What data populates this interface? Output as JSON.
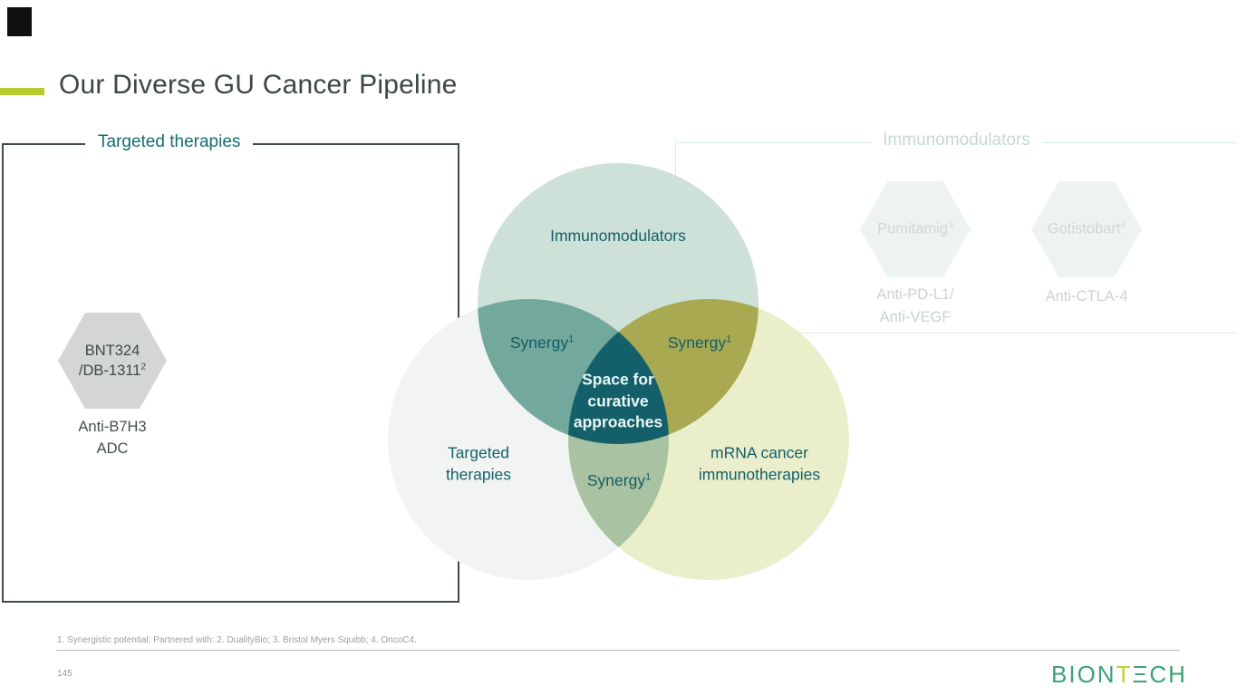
{
  "slide": {
    "title": "Our Diverse GU Cancer Pipeline",
    "page_number": "145",
    "footnote": "1. Synergistic potential; Partnered with: 2. DualityBio; 3. Bristol Myers Squibb; 4. OncoC4.",
    "brand": {
      "name": "BioNTech",
      "logo_pre": "BION",
      "logo_t": "T",
      "logo_post": "ΞCH"
    },
    "colors": {
      "accent_lime": "#b5cc2e",
      "title_text": "#3c4845",
      "teal_text": "#136b70",
      "dark_border": "#3e4c4b",
      "faded_border": "#dceae3",
      "faded_text": "#c6dad1",
      "venn_top_fill": "#cde1d8",
      "venn_left_fill": "#f1f4f2",
      "venn_right_fill": "#ebeecb",
      "lens_top_left": "#73a89c",
      "lens_top_right": "#a9a952",
      "lens_bottom": "#a8c2a2",
      "center_fill": "#14606a",
      "logo_green": "#3ca273",
      "logo_lime": "#c1d32e"
    }
  },
  "targeted_panel": {
    "label": "Targeted therapies",
    "hex_line1": "BNT324",
    "hex_line2": "/DB-1311",
    "hex_sup": "2",
    "sub_line1": "Anti-B7H3",
    "sub_line2": "ADC"
  },
  "immuno_panel": {
    "label": "Immunomodulators",
    "hex1_name": "Pumitamig",
    "hex1_sup": "3",
    "hex1_sub_line1": "Anti-PD-L1/",
    "hex1_sub_line2": "Anti-VEGF",
    "hex2_name": "Gotistobart",
    "hex2_sup": "4",
    "hex2_sub": "Anti-CTLA-4"
  },
  "venn": {
    "top_label": "Immunomodulators",
    "left_label_line1": "Targeted",
    "left_label_line2": "therapies",
    "right_label_line1": "mRNA cancer",
    "right_label_line2": "immunotherapies",
    "synergy_label": "Synergy",
    "synergy_sup": "1",
    "center_line1": "Space for",
    "center_line2": "curative",
    "center_line3": "approaches"
  }
}
